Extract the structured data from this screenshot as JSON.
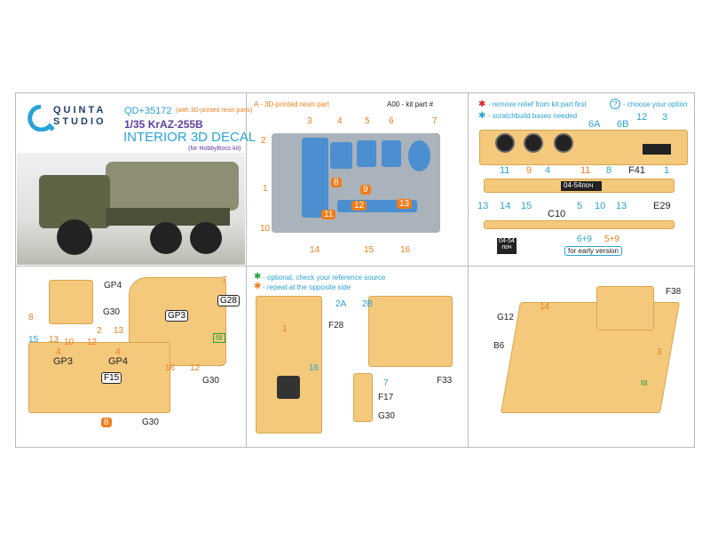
{
  "header": {
    "logo_line1": "QUINTA",
    "logo_line2": "STUDIO",
    "code": "QD+35172",
    "resin_note": "(with 3D-printed resin parts)",
    "model": "1/35 KrAZ-255B",
    "product": "INTERIOR 3D DECAL",
    "kit": "(for HobbyBoss kit)"
  },
  "panel_resin": {
    "legend_a": "A - 3D-printed resin part",
    "legend_kit": "A00 - kit part #",
    "labels": [
      "2",
      "3",
      "4",
      "5",
      "6",
      "7",
      "1",
      "8",
      "9",
      "10",
      "11",
      "12",
      "13",
      "14",
      "15",
      "16"
    ]
  },
  "panel_dash": {
    "legend_red": "- remove relief from kit part first",
    "legend_blue": "- scratchbuild bases needed",
    "legend_choose": "- choose your option",
    "labels": {
      "l6a": "6A",
      "l6b": "6B",
      "l12": "12",
      "l3": "3",
      "l11": "11",
      "l9": "9",
      "l4": "4",
      "l11b": "11",
      "l8": "8",
      "f41": "F41",
      "l1": "1",
      "plate": "04-54",
      "plate_sub": "поч",
      "l5": "5",
      "l10": "10",
      "l13": "13",
      "e29": "E29",
      "l13b": "13",
      "l14": "14",
      "l15": "15",
      "c10": "C10",
      "l69": "6+9",
      "l59": "5+9",
      "early": "for early version"
    }
  },
  "panel_cab": {
    "labels": {
      "gp4": "GP4",
      "g30a": "G30",
      "gp3": "GP3",
      "g28": "G28",
      "l7": "7",
      "fill": "fill",
      "l8": "8",
      "l2": "2",
      "l13": "13",
      "l15": "15",
      "l13b": "13",
      "l10": "10",
      "l12": "12",
      "l4a": "4",
      "l4b": "4",
      "gp3b": "GP3",
      "gp4b": "GP4",
      "f15": "F15",
      "l16": "16",
      "l12b": "12",
      "g30b": "G30",
      "g30c": "G30",
      "l8b": "8"
    }
  },
  "panel_door": {
    "legend_green": "- optional, check your reference source",
    "legend_orange": "- repeat at the opposite side",
    "labels": {
      "l1": "1",
      "f28": "F28",
      "l16": "16",
      "l2a": "2A",
      "l2b": "2B",
      "f33": "F33",
      "l7": "7",
      "f17": "F17",
      "g30": "G30"
    }
  },
  "panel_floor": {
    "labels": {
      "f38": "F38",
      "g12": "G12",
      "l14": "14",
      "b6": "B6",
      "l3": "3",
      "fill": "fill"
    }
  },
  "colors": {
    "orange": "#f07d1a",
    "blue": "#29a3d8",
    "red": "#e02020",
    "green": "#22a03a",
    "part": "#f5c97c",
    "resin": "#4b8fd1"
  }
}
